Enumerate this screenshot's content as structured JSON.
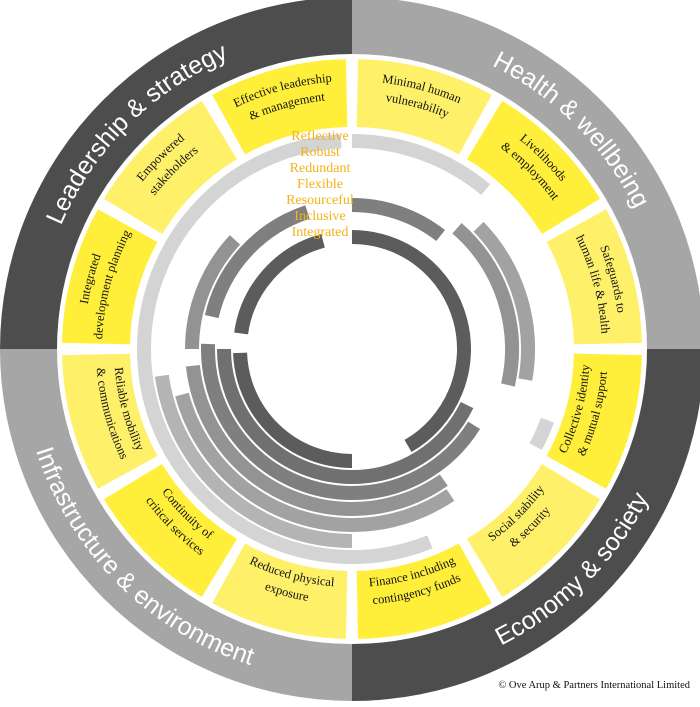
{
  "quadrants": [
    {
      "label": "Leadership & strategy",
      "color": "#4d4d4d",
      "goals": [
        "Integrated development planning",
        "Empowered stakeholders",
        "Effective leadership & management"
      ]
    },
    {
      "label": "Health & wellbeing",
      "color": "#a6a6a6",
      "goals": [
        "Minimal human vulnerability",
        "Livelihoods & employment",
        "Safeguards to human life & health"
      ]
    },
    {
      "label": "Economy & society",
      "color": "#4d4d4d",
      "goals": [
        "Collective identity & mutual support",
        "Social stability & security",
        "Finance including contingency funds"
      ]
    },
    {
      "label": "Infrastructure & environment",
      "color": "#a6a6a6",
      "goals": [
        "Reduced physical exposure",
        "Continuity of critical services",
        "Reliable mobility & communications"
      ]
    }
  ],
  "qualities": [
    "Reflective",
    "Robust",
    "Redundant",
    "Flexible",
    "Resourceful",
    "Inclusive",
    "Integrated"
  ],
  "colors": {
    "goal_ring_a": "#ffef3a",
    "goal_ring_b": "#fff06a",
    "quality_text": "#f2b31a"
  },
  "copyright": "© Ove Arup & Partners International Limited"
}
